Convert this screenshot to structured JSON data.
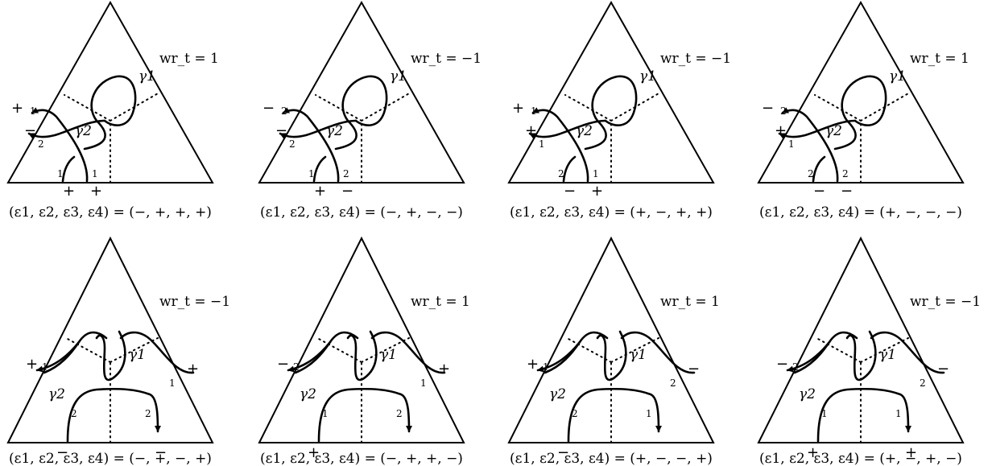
{
  "figure": {
    "panels": [
      {
        "wr": "wr_t = 1",
        "epsilon": "(ε1, ε2, ε3, ε4) = (−, +, +, +)",
        "signs": [
          "+",
          "−",
          "+",
          "+"
        ],
        "indices": [
          "1",
          "2",
          "1",
          "1"
        ],
        "gamma": [
          "γ1",
          "γ2"
        ]
      },
      {
        "wr": "wr_t = −1",
        "epsilon": "(ε1, ε2, ε3, ε4) = (−, +, −, −)",
        "signs": [
          "−",
          "−",
          "+",
          "−"
        ],
        "indices": [
          "2",
          "2",
          "1",
          "2"
        ],
        "gamma": [
          "γ1",
          "γ2"
        ]
      },
      {
        "wr": "wr_t = −1",
        "epsilon": "(ε1, ε2, ε3, ε4) = (+, −, +, +)",
        "signs": [
          "+",
          "+",
          "−",
          "+"
        ],
        "indices": [
          "1",
          "1",
          "2",
          "1"
        ],
        "gamma": [
          "γ1",
          "γ2"
        ]
      },
      {
        "wr": "wr_t = 1",
        "epsilon": "(ε1, ε2, ε3, ε4) = (+, −, −, −)",
        "signs": [
          "−",
          "+",
          "−",
          "−"
        ],
        "indices": [
          "2",
          "1",
          "2",
          "2"
        ],
        "gamma": [
          "γ1",
          "γ2"
        ]
      },
      {
        "wr": "wr_t = −1",
        "epsilon": "(ε1, ε2, ε3, ε4) = (−, +, −, +)",
        "signs": [
          "+",
          "+",
          "−",
          "−"
        ],
        "indices": [
          "1",
          "1",
          "2",
          "2"
        ],
        "gamma": [
          "γ1",
          "γ2"
        ]
      },
      {
        "wr": "wr_t = 1",
        "epsilon": "(ε1, ε2, ε3, ε4) = (−, +, +, −)",
        "signs": [
          "−",
          "+",
          "+",
          ""
        ],
        "indices": [
          "2",
          "1",
          "1",
          "2"
        ],
        "gamma": [
          "γ1",
          "γ2"
        ]
      },
      {
        "wr": "wr_t = 1",
        "epsilon": "(ε1, ε2, ε3, ε4) = (+, −, −, +)",
        "signs": [
          "+",
          "−",
          "−",
          ""
        ],
        "indices": [
          "1",
          "2",
          "2",
          "1"
        ],
        "gamma": [
          "γ1",
          "γ2"
        ]
      },
      {
        "wr": "wr_t = −1",
        "epsilon": "(ε1, ε2, ε3, ε4) = (+, −, +, −)",
        "signs": [
          "−",
          "−",
          "+",
          "+"
        ],
        "indices": [
          "2",
          "2",
          "1",
          "1"
        ],
        "gamma": [
          "γ1",
          "γ2"
        ]
      }
    ]
  }
}
